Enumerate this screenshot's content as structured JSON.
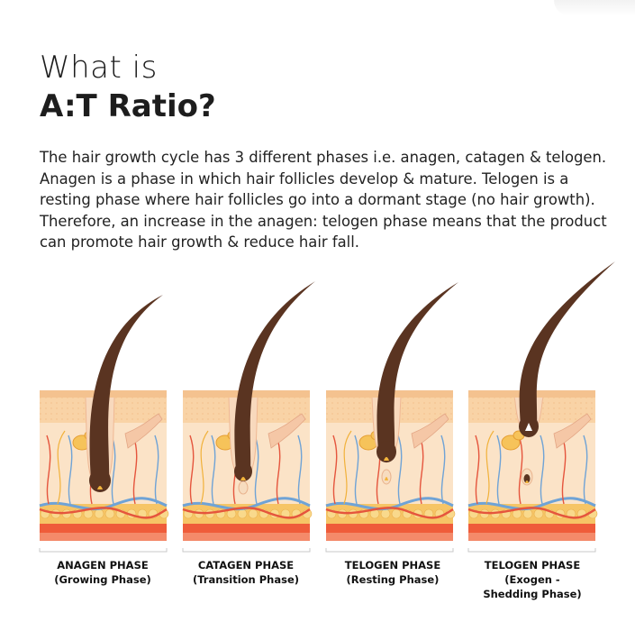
{
  "title": {
    "line1": "What is",
    "line2": "A:T Ratio?"
  },
  "description": "The hair growth cycle has 3 different phases i.e. anagen, catagen & telogen. Anagen is a phase in which hair follicles develop & mature. Telogen is a resting phase where hair follicles go into a dormant stage (no hair growth). Therefore, an increase in the anagen: telogen phase means that the product can promote hair growth & reduce hair fall.",
  "phases": [
    {
      "name": "ANAGEN PHASE",
      "sub1": "(Growing Phase)",
      "sub2": ""
    },
    {
      "name": "CATAGEN PHASE",
      "sub1": "(Transition Phase)",
      "sub2": ""
    },
    {
      "name": "TELOGEN PHASE",
      "sub1": "(Resting Phase)",
      "sub2": ""
    },
    {
      "name": "TELOGEN PHASE",
      "sub1": "(Exogen -",
      "sub2": "Shedding Phase)"
    }
  ],
  "colors": {
    "skin_top": "#f9d3a6",
    "skin_mid": "#fbe3c7",
    "hair": "#5a3421",
    "fat": "#f6c566",
    "muscle": "#ef5c3a",
    "vein": "#6fa3d6",
    "artery": "#e5553d"
  }
}
